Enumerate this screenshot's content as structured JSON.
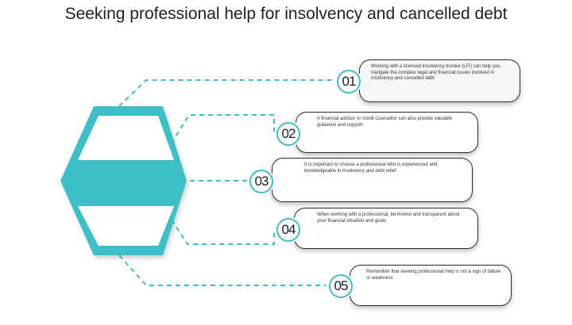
{
  "title": "Seeking professional help for insolvency and cancelled debt",
  "colors": {
    "accent": "#3dbfc8",
    "text": "#1f1f1f",
    "box_border": "#2a2a2a"
  },
  "steps": [
    {
      "number": "01",
      "text": "Working with a licensed insolvency trustee (LIT) can help you navigate the complex legal and financial issues involved in insolvency and cancelled debt"
    },
    {
      "number": "02",
      "text": "A financial advisor or credit counsellor can also provide valuable guidance and support"
    },
    {
      "number": "03",
      "text": "It is important to choose a professional who is experienced and knowledgeable in insolvency and debt relief"
    },
    {
      "number": "04",
      "text": "When working with a professional, be honest and transparent about your financial situation and goals"
    },
    {
      "number": "05",
      "text": "Remember that seeking professional help is not a sign of failure or weakness"
    }
  ]
}
